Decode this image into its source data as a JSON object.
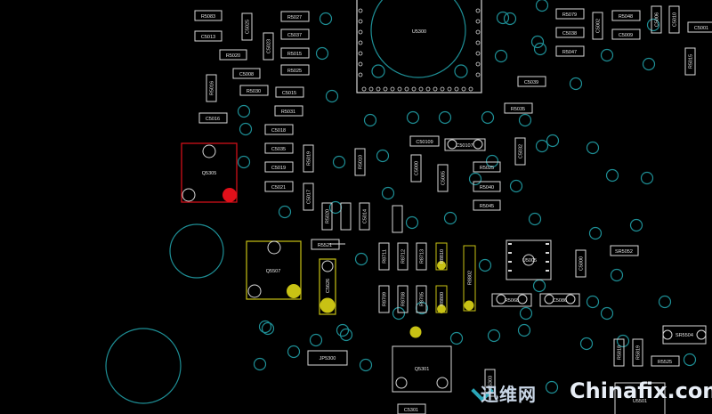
{
  "colors": {
    "background": "#000000",
    "outline": "#d8d8d8",
    "via": "#1e8f96",
    "highlight_red": "#e0101a",
    "highlight_yellow": "#c8c214"
  },
  "components": {
    "R5083": "R5083",
    "C5013": "C5013",
    "C5025": "C5025",
    "R5027": "R5027",
    "C5037": "C5037",
    "C5023": "C5023",
    "R5020": "R5020",
    "R5015": "R5015",
    "R5025": "R5025",
    "C5008": "C5008",
    "R5016": "R5016",
    "R5030": "R5030",
    "C5015": "C5015",
    "R5031": "R5031",
    "C5016": "C5016",
    "C5018": "C5018",
    "C5035": "C5035",
    "C5019": "C5019",
    "C5021": "C5021",
    "R5019": "R5019",
    "C5017": "C5017",
    "Q5305": "Q5305",
    "U5300": "U5300",
    "R5079": "R5079",
    "C5038": "C5038",
    "R5047": "R5047",
    "C5002": "C5002",
    "R5048": "R5048",
    "C5009": "C5009",
    "C5006": "C5006",
    "C5010": "C5010",
    "C5001": "C5001",
    "R5015b": "R5015",
    "C5039": "C5039",
    "R5035": "R5035",
    "C50109": "C50109",
    "C50107": "C50107",
    "C5000": "C5000",
    "C5005": "C5005",
    "R5025c": "R5025",
    "C5032": "C5032",
    "R5040": "R5040",
    "R5045": "R5045",
    "R5010": "R5010",
    "R5020b": "R5020",
    "C5014": "C5014",
    "R5521": "R5521",
    "R8711": "R8711",
    "R8712": "R8712",
    "R8713": "R8713",
    "R8810": "R8810",
    "R8802": "R8802",
    "C5626": "C5626",
    "R8709": "R8709",
    "R8708": "R8708",
    "R8705": "R8705",
    "R8800": "R8800",
    "R5068": "R5068",
    "C5086": "C5086",
    "U5005": "U5005",
    "C5000b": "C5000",
    "SR5052": "SR5052",
    "Q5507": "Q5507",
    "R5020c": "R5020",
    "JP5300": "JP5300",
    "Q5301": "Q5301",
    "C5301": "C5301",
    "SR5504": "SR5504",
    "R5818": "R5818",
    "R5819": "R5819",
    "R5525": "R5525",
    "U5501": "U5501",
    "C5303": "C5303"
  },
  "watermark": {
    "cn": "迅维网",
    "en": "Chinafix.com"
  }
}
